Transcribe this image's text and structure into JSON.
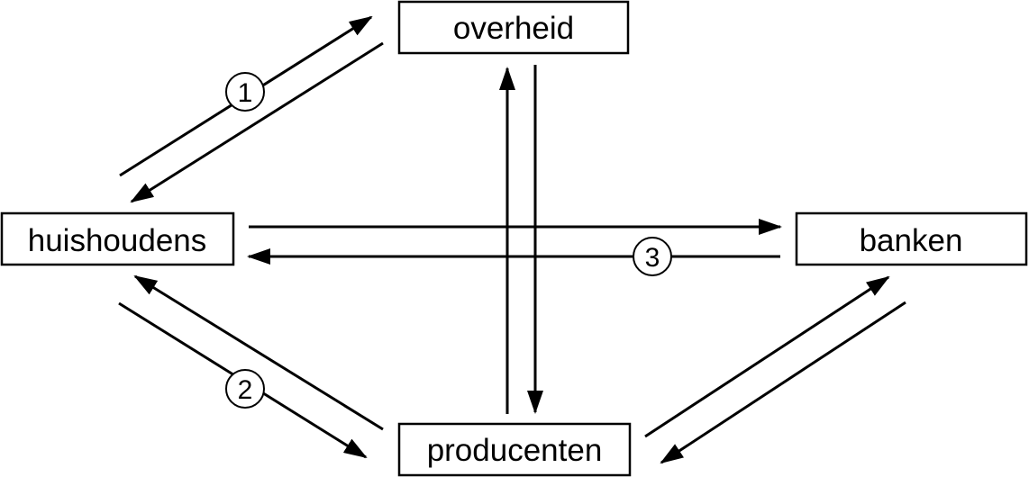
{
  "nodes": {
    "overheid": "overheid",
    "huishoudens": "huishoudens",
    "banken": "banken",
    "producenten": "producenten"
  },
  "badges": {
    "flow_1": "1",
    "flow_2": "2",
    "flow_3": "3"
  },
  "colors": {
    "stroke": "#000000",
    "background": "#ffffff"
  }
}
